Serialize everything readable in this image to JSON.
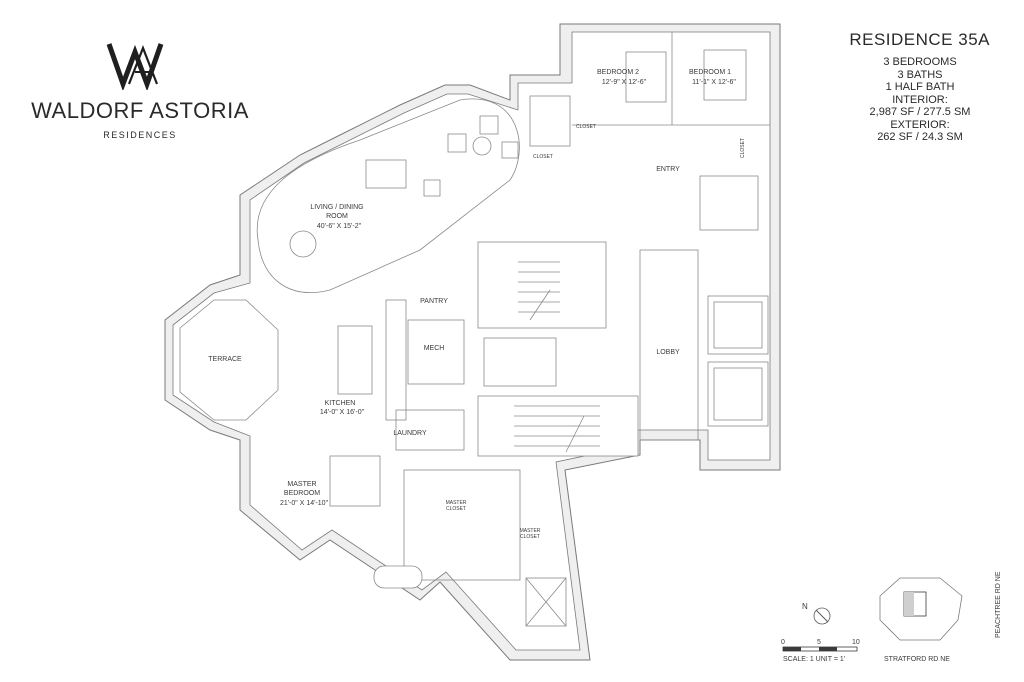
{
  "brand": {
    "name": "WALDORF ASTORIA",
    "subtitle": "RESIDENCES"
  },
  "residence": {
    "title": "RESIDENCE 35A",
    "details": [
      "3 BEDROOMS",
      "3 BATHS",
      "1 HALF BATH",
      "INTERIOR:",
      "2,987 SF / 277.5 SM",
      "EXTERIOR:",
      "262 SF / 24.3 SM"
    ]
  },
  "rooms": {
    "bedroom2": {
      "name": "BEDROOM 2",
      "dim": "12'-9\" X 12'-6\""
    },
    "bedroom1": {
      "name": "BEDROOM 1",
      "dim": "11'-1\" X 12'-6\""
    },
    "closet1": "CLOSET",
    "closet2": "CLOSET",
    "closet3": "CLOSET",
    "entry": "ENTRY",
    "living_line1": "LIVING / DINING",
    "living_line2": "ROOM",
    "living_dim": "40'-6\" X 15'-2\"",
    "pantry": "PANTRY",
    "mech": "MECH",
    "terrace": "TERRACE",
    "kitchen": {
      "name": "KITCHEN",
      "dim": "14'-0\" X 16'-0\""
    },
    "laundry": "LAUNDRY",
    "lobby": "LOBBY",
    "master_line1": "MASTER",
    "master_line2": "BEDROOM",
    "master_dim": "21'-0\" X 14'-10\"",
    "master_closet_a_1": "MASTER",
    "master_closet_a_2": "CLOSET",
    "master_closet_b_1": "MASTER",
    "master_closet_b_2": "CLOSET"
  },
  "compass": {
    "label": "N"
  },
  "scale": {
    "ticks": [
      "0",
      "5",
      "10"
    ],
    "caption": "SCALE: 1 UNIT = 1'"
  },
  "keyplan": {
    "street_bottom": "STRATFORD RD NE",
    "street_right": "PEACHTREE RD NE"
  }
}
